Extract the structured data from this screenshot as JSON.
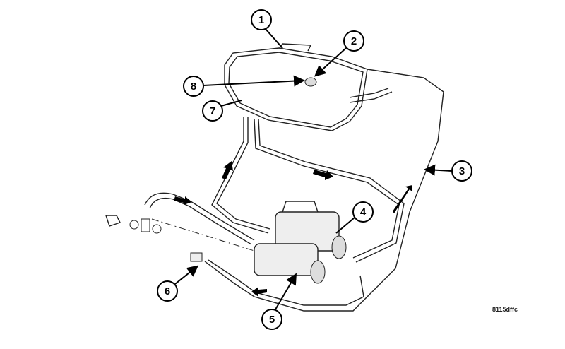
{
  "figure_id": "8115dffc",
  "callouts": [
    {
      "number": "1"
    },
    {
      "number": "2"
    },
    {
      "number": "3"
    },
    {
      "number": "4"
    },
    {
      "number": "5"
    },
    {
      "number": "6"
    },
    {
      "number": "7"
    },
    {
      "number": "8"
    }
  ]
}
